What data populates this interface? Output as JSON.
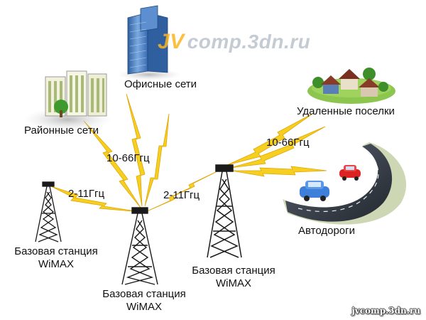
{
  "watermark": {
    "brand": "JV",
    "domain": "comp.3dn.ru"
  },
  "footer_watermark": "jvcomp.3dn.ru",
  "nodes": {
    "office_networks": "Офисные сети",
    "district_networks": "Районные сети",
    "remote_villages": "Удаленные поселки",
    "highways": "Автодороги"
  },
  "stations": {
    "left": {
      "line1": "Базовая станция",
      "line2": "WiMAX"
    },
    "center": {
      "line1": "Базовая станция",
      "line2": "WiMAX"
    },
    "right": {
      "line1": "Базовая станция",
      "line2": "WiMAX"
    }
  },
  "links": {
    "left_to_center": "2-11Ггц",
    "center_to_right": "2-11Ггц",
    "center_to_offices": "10-66Ггц",
    "right_to_villages": "10-66Ггц"
  },
  "colors": {
    "lightning": "#f5d020",
    "lightning_edge": "#e2a400",
    "tower": "#1a1a1a",
    "office_glass": "#4a7fc4",
    "road": "#2f3640",
    "car_red": "#d22",
    "car_blue": "#3d7fd9",
    "grass": "#7ab843"
  }
}
